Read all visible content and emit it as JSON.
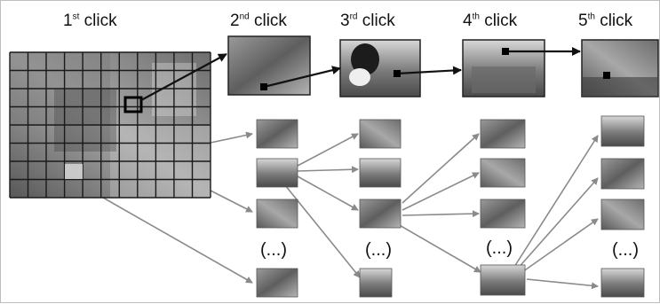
{
  "stages": [
    {
      "num": "1",
      "sup": "st",
      "word": "click"
    },
    {
      "num": "2",
      "sup": "nd",
      "word": "click"
    },
    {
      "num": "3",
      "sup": "rd",
      "word": "click"
    },
    {
      "num": "4",
      "sup": "th",
      "word": "click"
    },
    {
      "num": "5",
      "sup": "th",
      "word": "click"
    }
  ],
  "ellipsis": "(...)",
  "grid": {
    "rows": 8,
    "cols": 11
  },
  "colors": {
    "grey_arrow": "#8a8a8a",
    "black_arrow": "#111111",
    "frame": "#222222"
  }
}
